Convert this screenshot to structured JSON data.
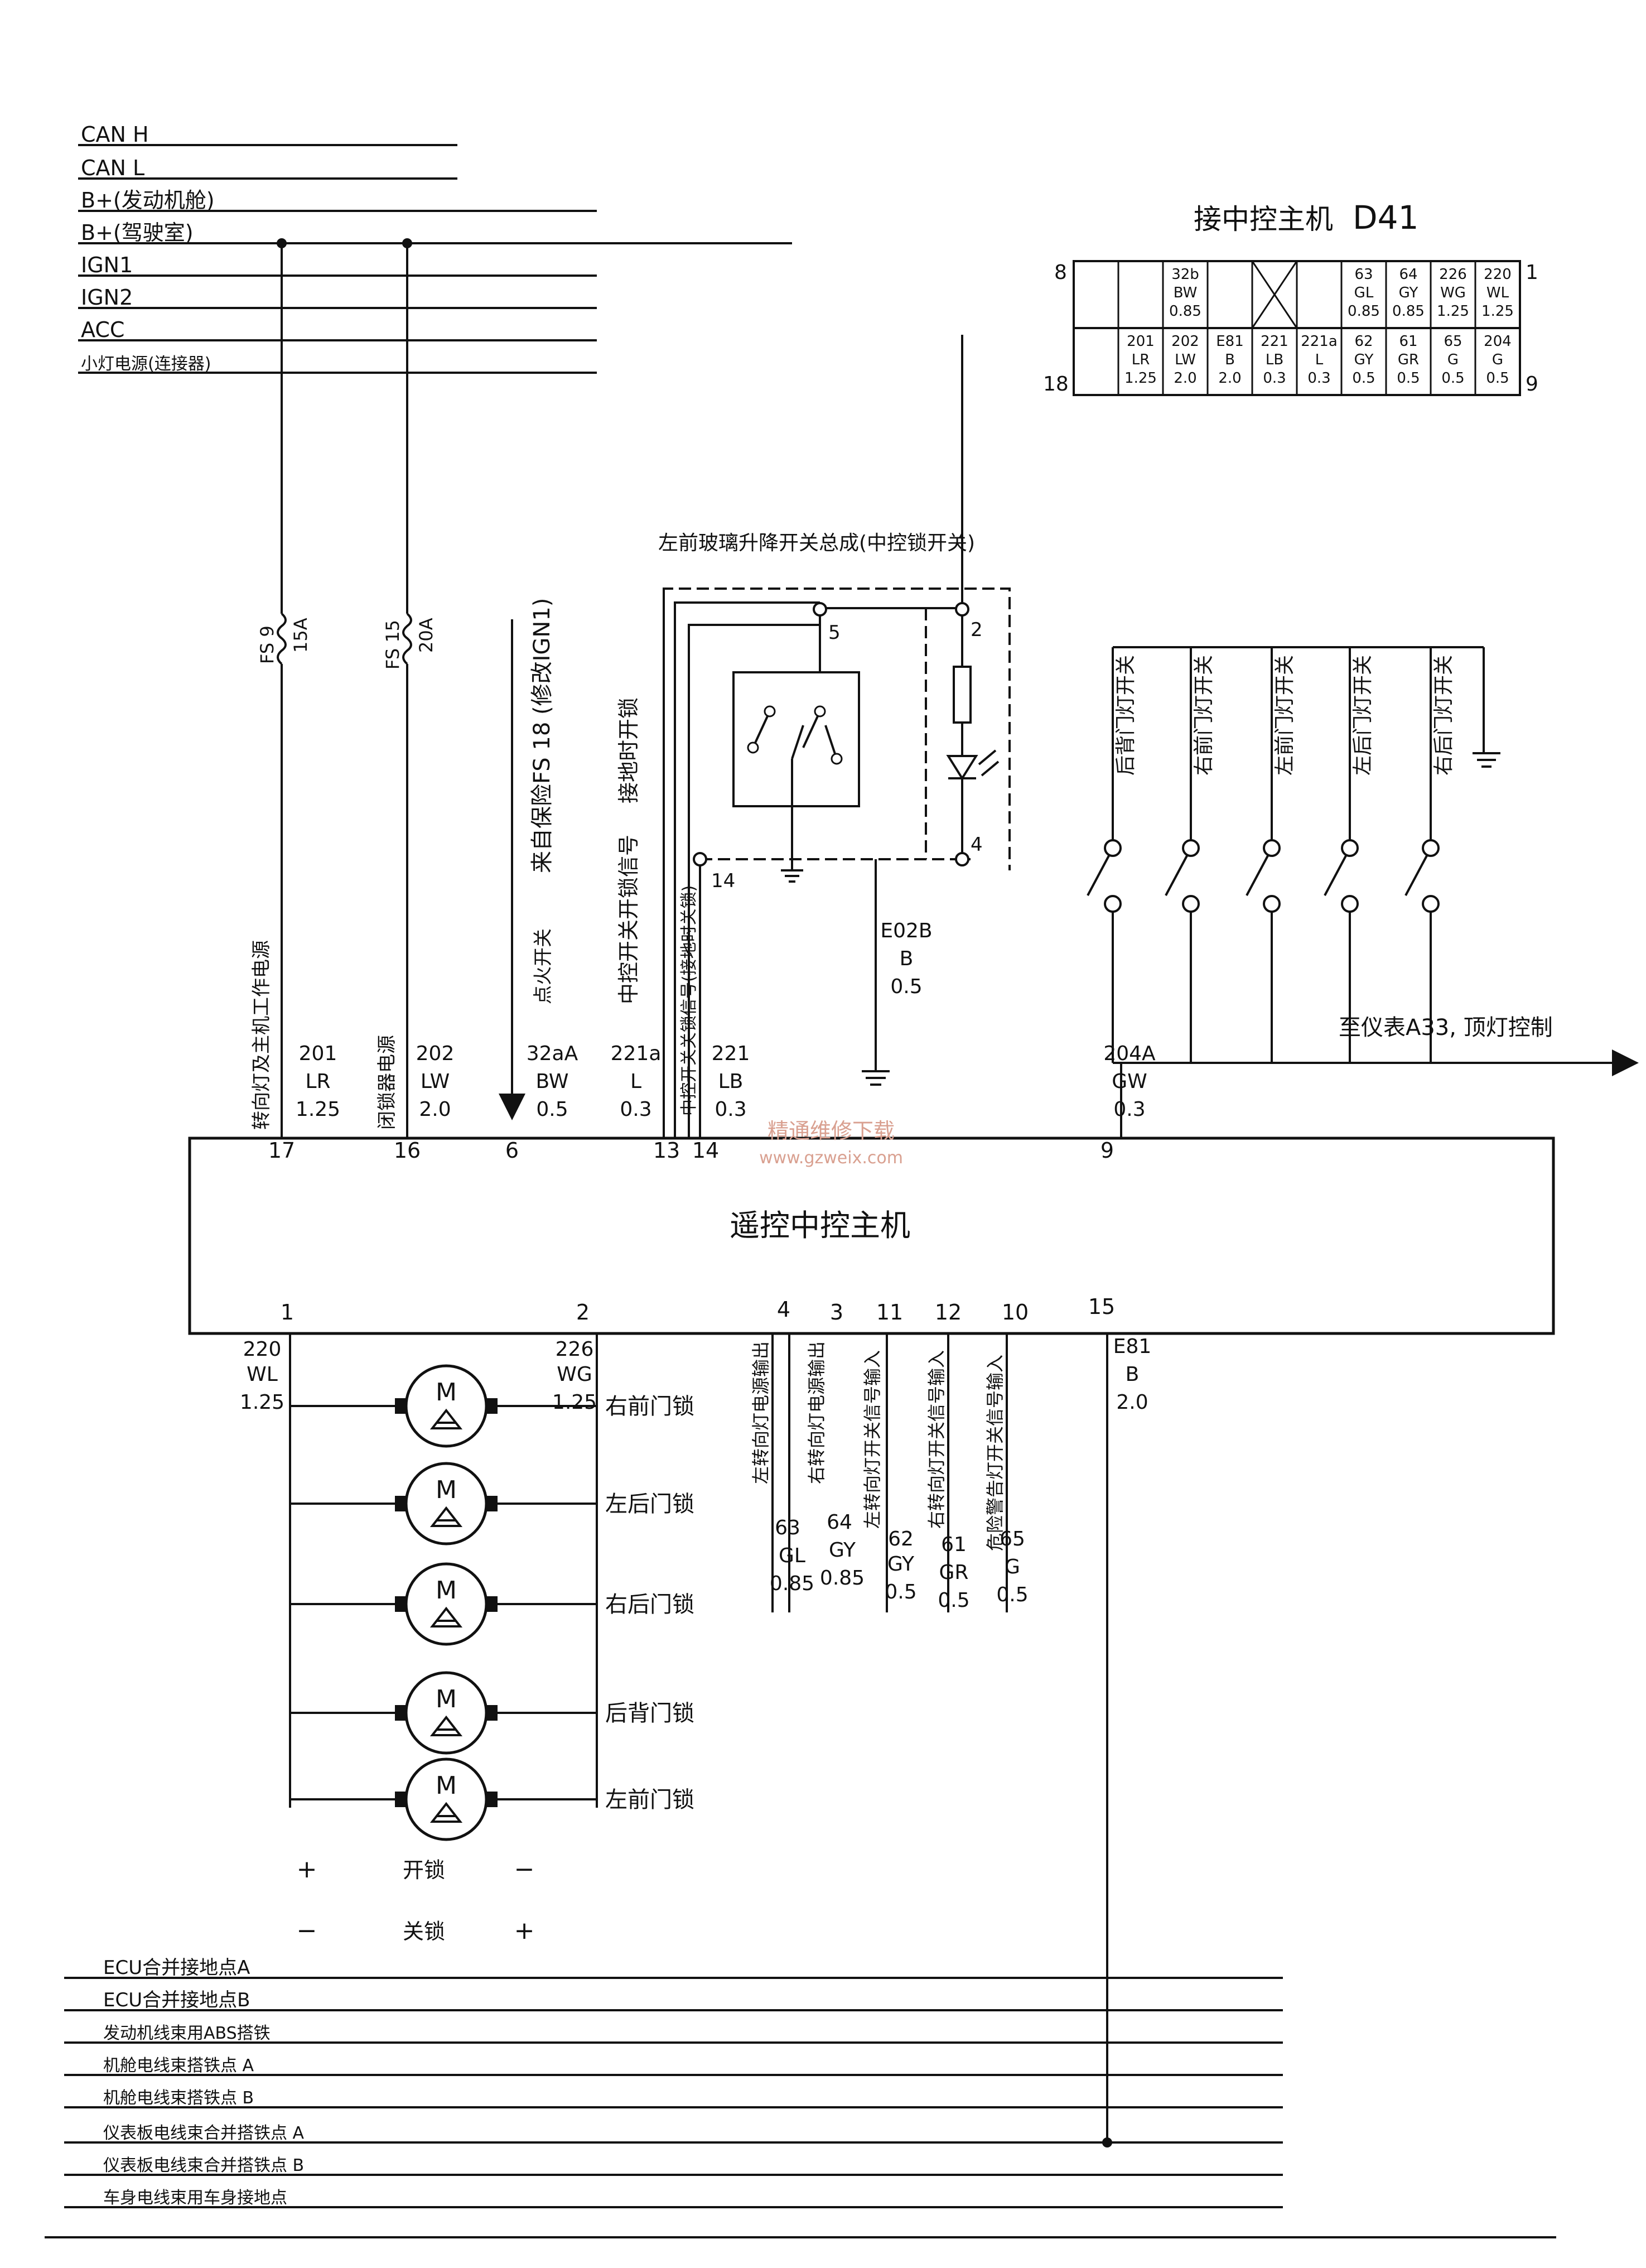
{
  "bus_top": [
    "CAN H",
    "CAN L",
    "B+(发动机舱)",
    "B+(驾驶室)",
    "IGN1",
    "IGN2",
    "ACC",
    "小灯电源(连接器)"
  ],
  "connector": {
    "title": "接中控主机",
    "code": "D41",
    "pin_labels": {
      "tl": "8",
      "tr": "1",
      "bl": "18",
      "br": "9"
    },
    "top_row": [
      "",
      "",
      "32b\nBW\n0.85",
      "",
      "X",
      "",
      "63\nGL\n0.85",
      "64\nGY\n0.85",
      "226\nWG\n1.25",
      "220\nWL\n1.25"
    ],
    "bottom_row": [
      "",
      "201\nLR\n1.25",
      "202\nLW\n2.0",
      "E81\nB\n2.0",
      "221\nLB\n0.3",
      "221a\nL\n0.3",
      "62\nGY\n0.5",
      "61\nGR\n0.5",
      "65\nG\n0.5",
      "204\nG\n0.5"
    ]
  },
  "fuses": [
    {
      "name": "FS 9",
      "rating": "15A"
    },
    {
      "name": "FS 15",
      "rating": "20A"
    }
  ],
  "window_switch": {
    "title": "左前玻璃升降开关总成(中控锁开关)",
    "pins": [
      "5",
      "2",
      "14",
      "4"
    ],
    "ground_wire": [
      "E02B",
      "B",
      "0.5"
    ]
  },
  "vertical_labels": {
    "turn_power": "转向灯及主机工作电源",
    "lock_power": "闭锁器电源",
    "ign_switch": "点火开关",
    "fs18": "来自保险FS 18 (修改IGN1)",
    "unlock_signal": "中控开关开锁信号",
    "ground_unlock": "接地时开锁",
    "lock_signal": "中控开关关锁信号(接地时关锁)",
    "left_turn_out": "左转向灯电源输出",
    "right_turn_out": "右转向灯电源输出",
    "left_turn_in": "左转向灯开关信号输入",
    "right_turn_in": "右转向灯开关信号输入",
    "hazard_in": "危险警告灯开关信号输入"
  },
  "top_wires": [
    {
      "circuit": "201",
      "color": "LR",
      "size": "1.25",
      "pin": "17"
    },
    {
      "circuit": "202",
      "color": "LW",
      "size": "2.0",
      "pin": "16"
    },
    {
      "circuit": "32aA",
      "color": "BW",
      "size": "0.5",
      "pin": "6"
    },
    {
      "circuit": "221a",
      "color": "L",
      "size": "0.3",
      "pin": "13"
    },
    {
      "circuit": "221",
      "color": "LB",
      "size": "0.3",
      "pin": "14"
    },
    {
      "circuit": "204A",
      "color": "GW",
      "size": "0.3",
      "pin": "9"
    }
  ],
  "door_switches": [
    "后背门灯开关",
    "右前门灯开关",
    "左前门灯开关",
    "左后门灯开关",
    "右后门灯开关"
  ],
  "to_instrument": "至仪表A33, 顶灯控制",
  "main_unit": "遥控中控主机",
  "bottom_pins": [
    "1",
    "2",
    "4",
    "3",
    "11",
    "12",
    "10",
    "15"
  ],
  "wire_220": [
    "220",
    "WL",
    "1.25"
  ],
  "wire_226": [
    "226",
    "WG",
    "1.25"
  ],
  "wire_e81": [
    "E81",
    "B",
    "2.0"
  ],
  "bottom_wires": [
    {
      "circuit": "63",
      "color": "GL",
      "size": "0.85"
    },
    {
      "circuit": "64",
      "color": "GY",
      "size": "0.85"
    },
    {
      "circuit": "62",
      "color": "GY",
      "size": "0.5"
    },
    {
      "circuit": "61",
      "color": "GR",
      "size": "0.5"
    },
    {
      "circuit": "65",
      "color": "G",
      "size": "0.5"
    }
  ],
  "motor_letter": "M",
  "motors": [
    "右前门锁",
    "左后门锁",
    "右后门锁",
    "后背门锁",
    "左前门锁"
  ],
  "legend": {
    "plus": "+",
    "minus": "−",
    "unlock": "开锁",
    "lock": "关锁"
  },
  "ground_bus": [
    "ECU合并接地点A",
    "ECU合并接地点B",
    "发动机线束用ABS搭铁",
    "机舱电线束搭铁点 A",
    "机舱电线束搭铁点 B",
    "仪表板电线束合并搭铁点 A",
    "仪表板电线束合并搭铁点 B",
    "车身电线束用车身接地点"
  ],
  "watermark": {
    "cn": "精通维修下载",
    "url": "www.gzweix.com"
  }
}
